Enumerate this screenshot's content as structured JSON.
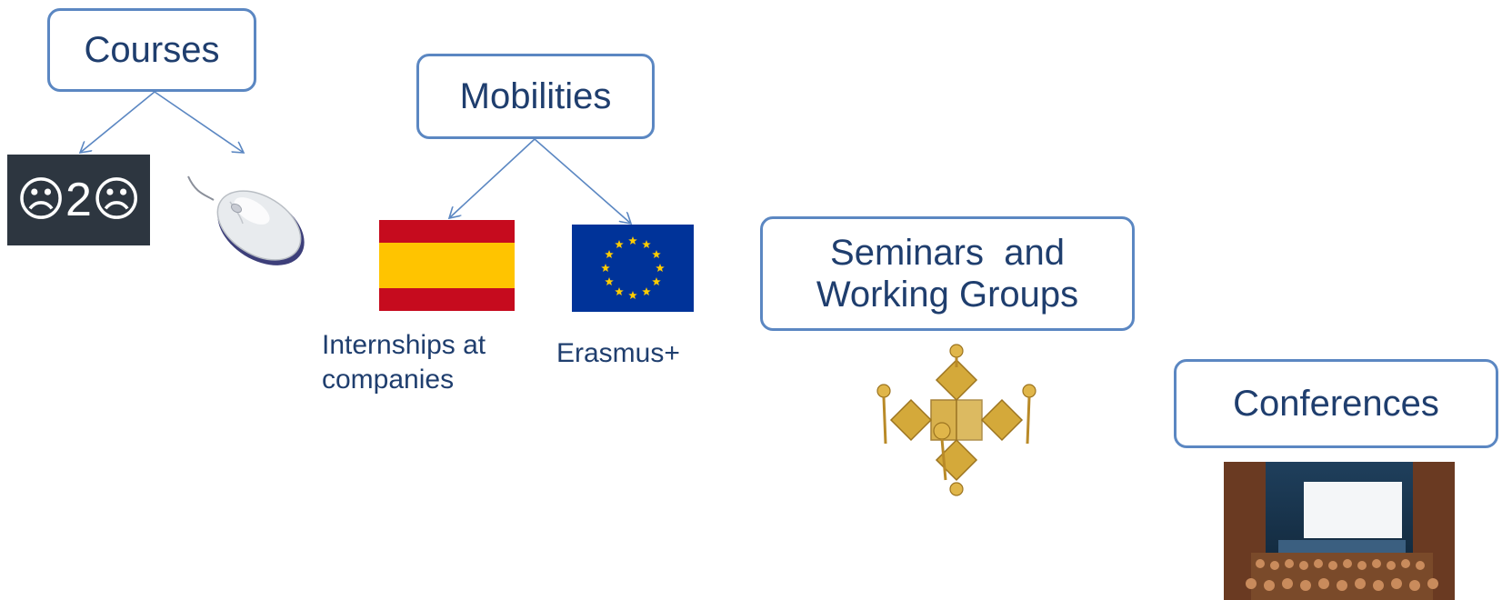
{
  "nodes": {
    "courses": {
      "label": "Courses"
    },
    "mobilities": {
      "label": "Mobilities"
    },
    "seminars": {
      "label_line1": "Seminars  and",
      "label_line2": "Working Groups"
    },
    "conferences": {
      "label": "Conferences"
    }
  },
  "courses_children": {
    "emoji_badge": {
      "text": "☹2☹"
    },
    "mouse": {
      "icon": "computer-mouse-icon"
    }
  },
  "mobilities_children": {
    "spain": {
      "icon": "spain-flag-icon",
      "caption_line1": "Internships at",
      "caption_line2": "companies"
    },
    "eu": {
      "icon": "eu-flag-icon",
      "caption": "Erasmus+"
    }
  },
  "seminars_children": {
    "icon": "teamwork-puzzle-icon"
  },
  "conferences_children": {
    "icon": "conference-hall-photo"
  },
  "colors": {
    "box_border": "#5b87c2",
    "text": "#1f3e6e",
    "connector": "#5b87c2",
    "spain_red": "#c60b1e",
    "spain_yellow": "#ffc400",
    "eu_blue": "#003399",
    "eu_star": "#ffcc00",
    "gold": "#d4a93a"
  }
}
